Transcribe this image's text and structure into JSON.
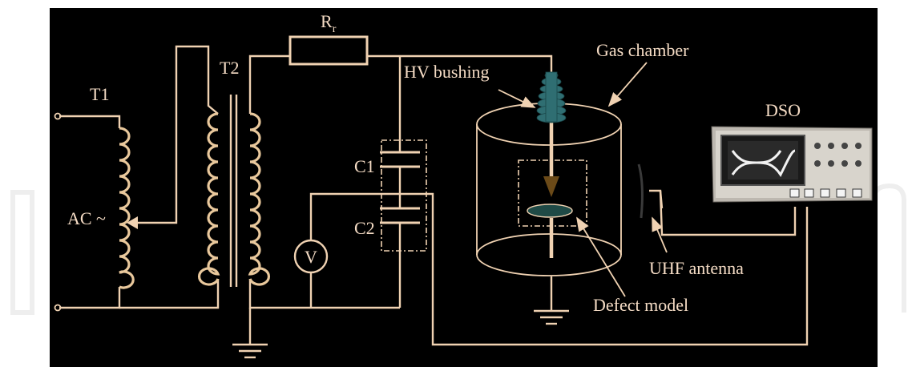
{
  "diagram": {
    "labels": {
      "t1": "T1",
      "t2": "T2",
      "ac": "AC ~",
      "rr_main": "R",
      "rr_sub": "r",
      "c1": "C1",
      "c2": "C2",
      "voltmeter": "V",
      "hv_bushing": "HV bushing",
      "gas_chamber": "Gas chamber",
      "dso": "DSO",
      "uhf_antenna": "UHF antenna",
      "defect_model": "Defect model"
    },
    "colors": {
      "background": "#000000",
      "wire": "#f0d2b2",
      "coil": "#e9c89c",
      "bushing": "#2f6e72",
      "defect": "#1f4a46"
    }
  }
}
